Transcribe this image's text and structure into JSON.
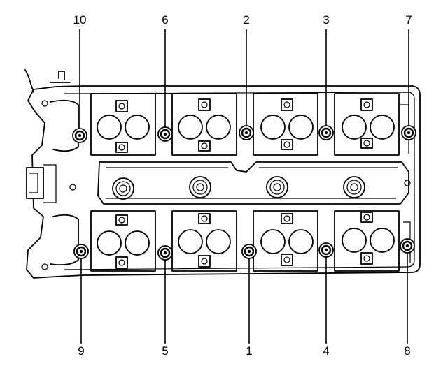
{
  "diagram": {
    "top_bolt_labels": [
      "10",
      "6",
      "2",
      "3",
      "7"
    ],
    "bottom_bolt_labels": [
      "9",
      "5",
      "1",
      "4",
      "8"
    ]
  }
}
